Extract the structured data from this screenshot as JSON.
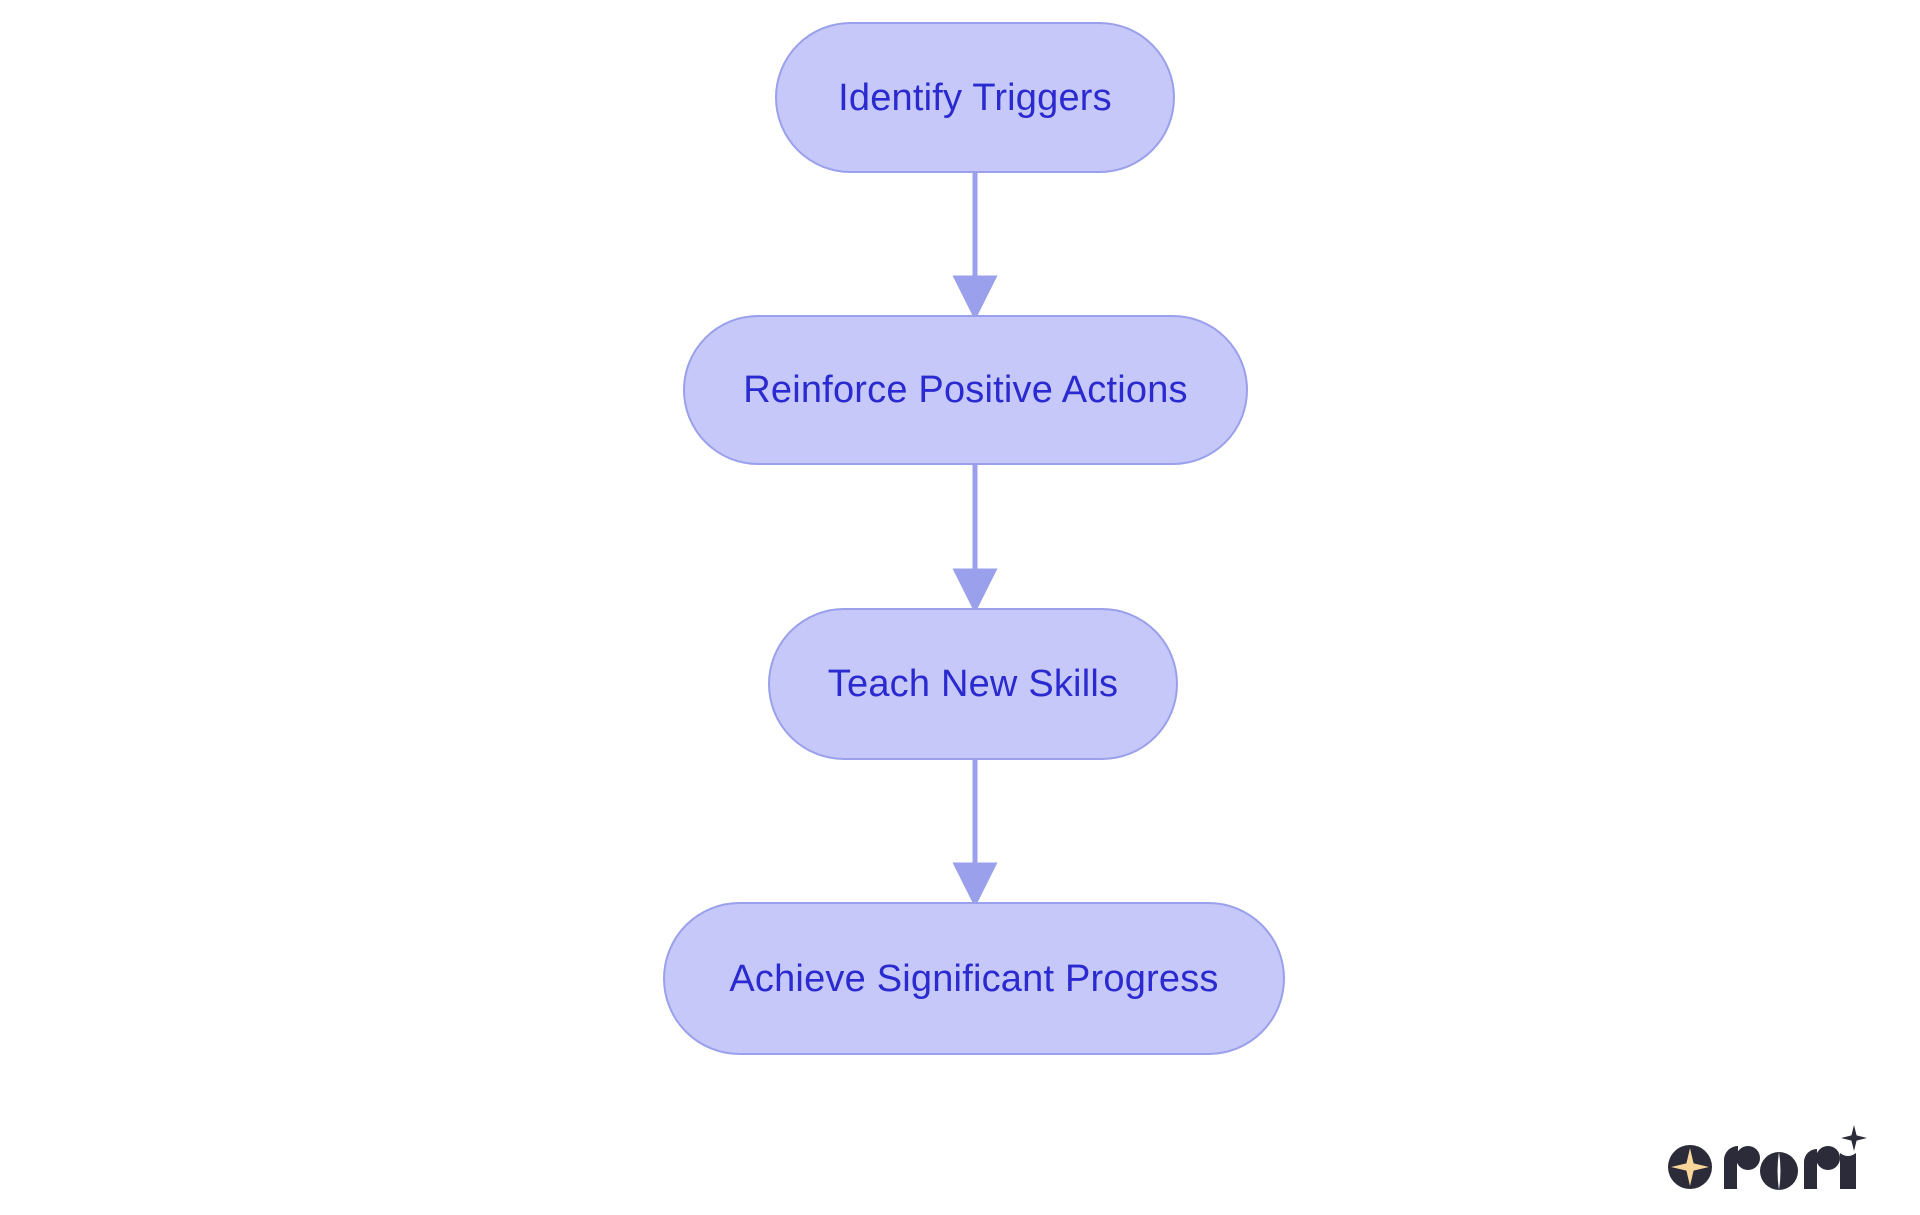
{
  "diagram": {
    "type": "flowchart",
    "orientation": "vertical-top-to-bottom",
    "background_color": "#ffffff",
    "node_fill_color": "#c5c8f8",
    "node_border_color": "#9aa0ec",
    "node_text_color": "#2a2ad0",
    "edge_color": "#9aa0ec",
    "nodes": [
      {
        "id": "identify-triggers",
        "label": "Identify Triggers",
        "order": 1
      },
      {
        "id": "reinforce-positive-actions",
        "label": "Reinforce Positive Actions",
        "order": 2
      },
      {
        "id": "teach-new-skills",
        "label": "Teach New Skills",
        "order": 3
      },
      {
        "id": "achieve-significant-progress",
        "label": "Achieve Significant Progress",
        "order": 4
      }
    ],
    "edges": [
      {
        "from": "identify-triggers",
        "to": "reinforce-positive-actions",
        "label": ""
      },
      {
        "from": "reinforce-positive-actions",
        "to": "teach-new-skills",
        "label": ""
      },
      {
        "from": "teach-new-skills",
        "to": "achieve-significant-progress",
        "label": ""
      }
    ]
  },
  "branding": {
    "name": "rori",
    "mark_color": "#2b2b3a",
    "star_color": "#f9d79b"
  }
}
